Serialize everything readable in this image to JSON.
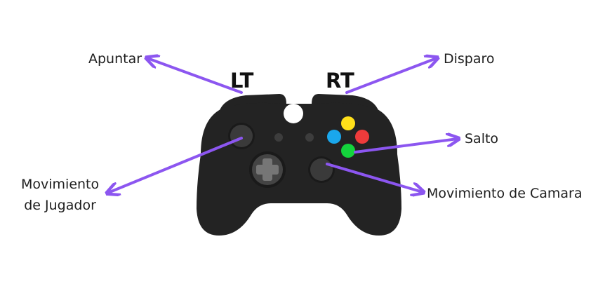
{
  "triggers": {
    "left": "LT",
    "right": "RT"
  },
  "labels": {
    "apuntar": "Apuntar",
    "disparo": "Disparo",
    "salto": "Salto",
    "movimiento_jugador_line1": "Movimiento",
    "movimiento_jugador_line2": "de Jugador",
    "movimiento_camara": "Movimiento de Camara"
  },
  "colors": {
    "arrow": "#8c56f0",
    "controller_body": "#232323",
    "stick": "#3a3a3a",
    "button_yellow": "#ffe01a",
    "button_blue": "#1aa7ec",
    "button_red": "#ee3b3b",
    "button_green": "#14d43c"
  }
}
